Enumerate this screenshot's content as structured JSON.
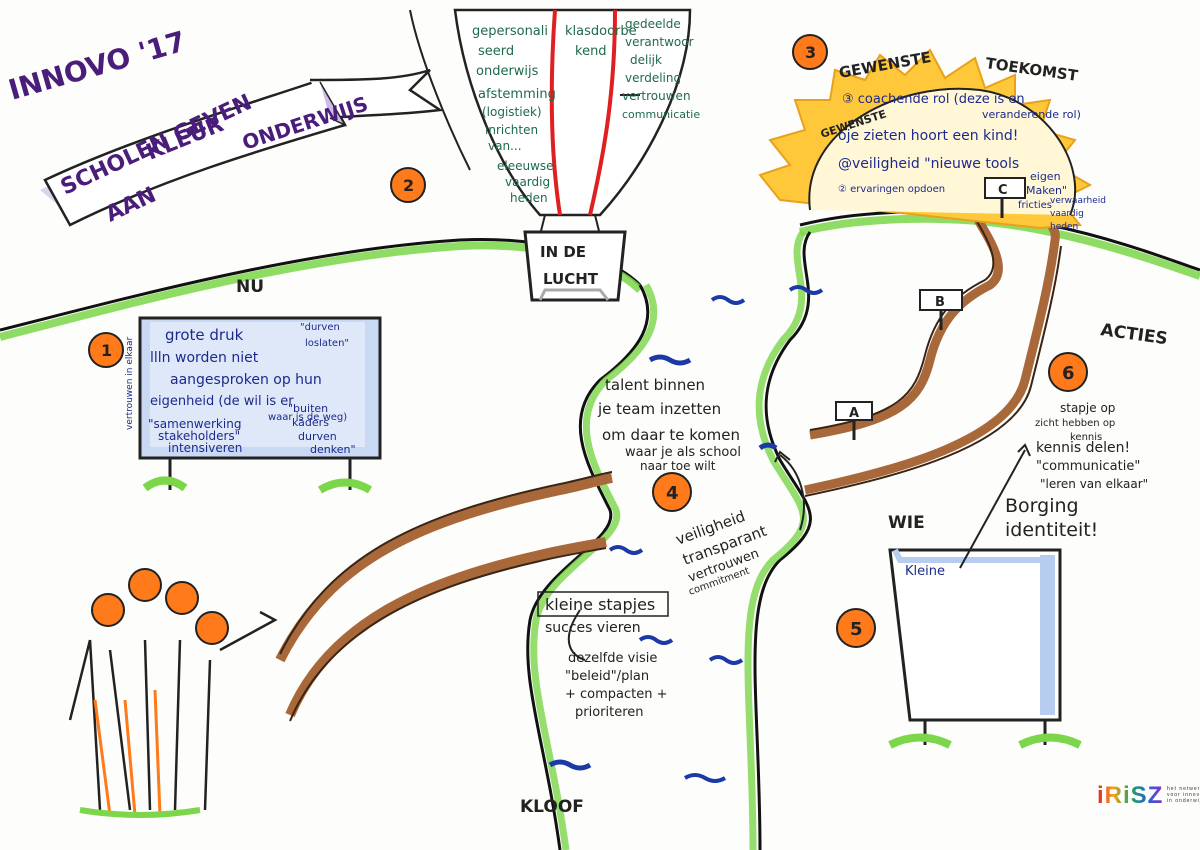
{
  "banner": {
    "line1": "INNOVO '17",
    "line2": "SCHOLEN GEVEN",
    "line3": "KLEUR",
    "line4": "AAN",
    "line5": "ONDERWIJS"
  },
  "balloon": {
    "left_lines": [
      "gepersonali",
      "seerd",
      "onderwijs",
      "afstemming",
      "(logistiek)",
      "inrichten",
      "van...",
      "eleeuwse",
      "vaardig",
      "heden"
    ],
    "middle_lines": [
      "klasdoorbe",
      "kend"
    ],
    "right_lines": [
      "gedeelde",
      "verantwoor",
      "delijk",
      "verdeling",
      "vertrouwen",
      "communicatie"
    ],
    "basket_label_1": "IN DE",
    "basket_label_2": "LUCHT"
  },
  "sun": {
    "title_1": "GEWENSTE",
    "title_2": "TOEKOMST",
    "items": [
      "③ coachende rol (deze is en",
      "veranderende rol)",
      "oje zieten hoort een kind!",
      "@veiligheid  \"nieuwe tools",
      "② ervaringen opdoen",
      "eigen",
      "Maken\"",
      "fricties",
      "verwaarheid",
      "vaardig",
      "heden"
    ]
  },
  "signs": {
    "a": "A",
    "b": "B",
    "c": "C"
  },
  "numbers": [
    "1",
    "2",
    "3",
    "4",
    "5",
    "6"
  ],
  "labels": {
    "nu": "NU",
    "acties": "ACTIES",
    "wie": "WIE",
    "kloof": "KLOOF"
  },
  "board_nu": {
    "side": "vertrouwen in elkaar",
    "lines": [
      "grote druk",
      "\"durven",
      "llln worden niet",
      "loslaten\"",
      "aangesproken op hun",
      "eigenheid (de wil is er",
      "waar is de weg)",
      "\"samenwerking",
      "\"buiten",
      "stakeholders\"",
      "kaders",
      "intensiveren",
      "durven",
      "denken\""
    ]
  },
  "river": {
    "talent": [
      "talent binnen",
      "je team inzetten",
      "om daar te komen",
      "waar je als school",
      "naar toe wilt"
    ],
    "veiligheid": [
      "veiligheid",
      "transparant",
      "vertrouwen",
      "commitment"
    ],
    "kleine_stapjes": [
      "kleine stapjes",
      "succes vieren"
    ],
    "visie": [
      "dezelfde visie",
      "\"beleid\"/plan",
      "+ compacten +",
      "prioriteren"
    ]
  },
  "acties": {
    "lines": [
      "stapje op",
      "zicht hebben op",
      "kennis",
      "kennis delen!",
      "\"communicatie\"",
      "\"leren van elkaar\"",
      "Borging",
      "identiteit!"
    ]
  },
  "wie_board": {
    "text": "Kleine"
  },
  "brand": {
    "name": "iRiSZ",
    "sub": "het netwerk voor innovatie in onderwijs"
  }
}
